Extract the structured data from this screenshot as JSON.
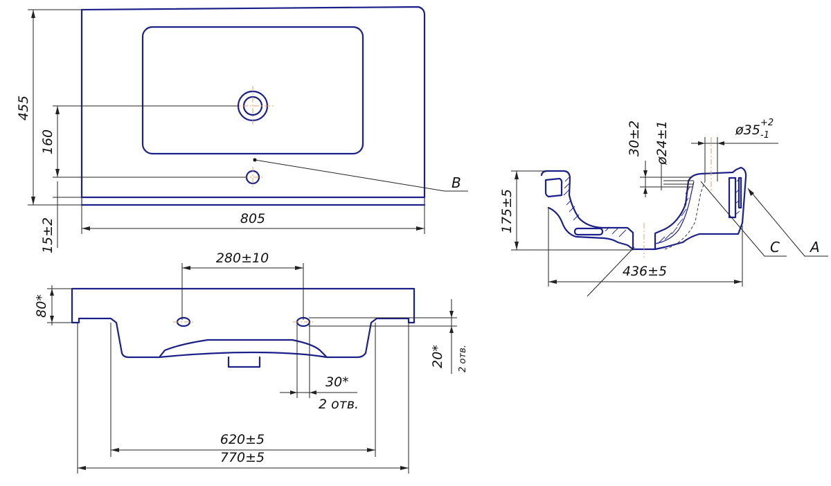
{
  "top_view": {
    "depth_dim": "455",
    "hole_offset_dim": "160",
    "width_dim": "805",
    "thickness_dim": "15±2",
    "callout_b": "B"
  },
  "front_view": {
    "spacing_dim": "280±10",
    "rim_height_dim": "80*",
    "hole_dim": "30*",
    "hole_count": "2 отв.",
    "hole_depth_dim": "20*",
    "hole_depth_count": "2 отв.",
    "inner_width_dim": "620±5",
    "outer_width_dim": "770±5"
  },
  "side_view": {
    "depth_dim": "30±2",
    "tap_dia_dim": "ø24±1",
    "drain_dia_base": "ø35",
    "drain_dia_upper": "+2",
    "drain_dia_lower": "-1",
    "height_dim": "175±5",
    "length_dim": "436±5",
    "callout_c": "C",
    "callout_a": "A"
  }
}
